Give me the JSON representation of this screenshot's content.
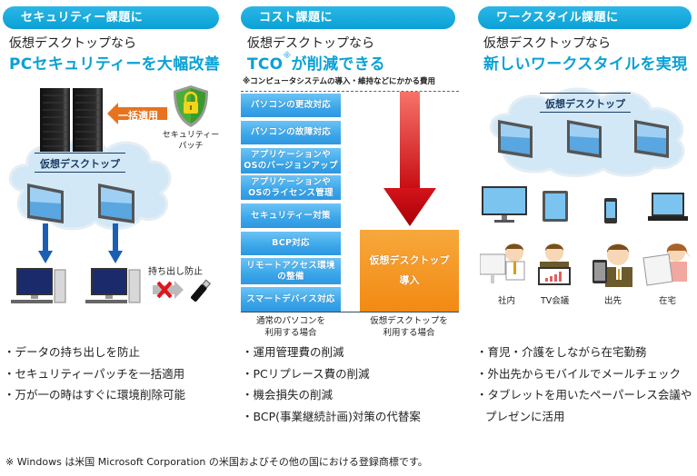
{
  "columns": [
    {
      "pill_label": "セキュリティー課題に",
      "subtitle": "仮想デスクトップなら",
      "headline": "PCセキュリティーを大幅改善",
      "diagram": {
        "cloud_label": "仮想デスクトップ",
        "apply_label": "一括適用",
        "patch_label_line1": "セキュリティー",
        "patch_label_line2": "パッチ",
        "block_label": "持ち出し防止"
      },
      "bullets": [
        "・データの持ち出しを防止",
        "・セキュリティーパッチを一括適用",
        "・万が一の時はすぐに環境削除可能"
      ]
    },
    {
      "pill_label": "コスト課題に",
      "subtitle": "仮想デスクトップなら",
      "headline_main": "TCO",
      "headline_sup": "※",
      "headline_rest": "が削減できる",
      "cost_note": "※コンピュータシステムの導入・維持などにかかる費用",
      "cost_items": [
        {
          "line1": "パソコンの更改対応",
          "line2": ""
        },
        {
          "line1": "パソコンの故障対応",
          "line2": ""
        },
        {
          "line1": "アプリケーションや",
          "line2": "OSのバージョンアップ"
        },
        {
          "line1": "アプリケーションや",
          "line2": "OSのライセンス管理"
        },
        {
          "line1": "セキュリティー対策",
          "line2": ""
        },
        {
          "line1": "BCP対応",
          "line2": ""
        },
        {
          "line1": "リモートアクセス環境",
          "line2": "の整備"
        },
        {
          "line1": "スマートデバイス対応",
          "line2": ""
        }
      ],
      "vd_box": {
        "line1": "仮想デスクトップ",
        "line2": "導入"
      },
      "caption_left": {
        "line1": "通常のパソコンを",
        "line2": "利用する場合"
      },
      "caption_right": {
        "line1": "仮想デスクトップを",
        "line2": "利用する場合"
      },
      "bullets": [
        "・運用管理費の削減",
        "・PCリプレース費の削減",
        "・機会損失の削減",
        "・BCP(事業継続計画)対策の代替案"
      ]
    },
    {
      "pill_label": "ワークスタイル課題に",
      "subtitle": "仮想デスクトップなら",
      "headline": "新しいワークスタイルを実現",
      "diagram": {
        "cloud_label": "仮想デスクトップ",
        "places": [
          "社内",
          "TV会議",
          "出先",
          "在宅"
        ]
      },
      "bullets": [
        "・育児・介護をしながら在宅勤務",
        "・外出先からモバイルでメールチェック",
        "・タブレットを用いたペーパーレス会議や"
      ],
      "bullet_continuation": "プレゼンに活用"
    }
  ],
  "footnote": "※ Windows は米国 Microsoft Corporation の米国およびその他の国における登録商標です。",
  "colors": {
    "accent_blue": "#0aa1d6",
    "orange": "#f28a12",
    "arrow_red": "#d8141a",
    "cost_box_blue": "#3aa6ea",
    "cloud": "#d6ebf7"
  }
}
